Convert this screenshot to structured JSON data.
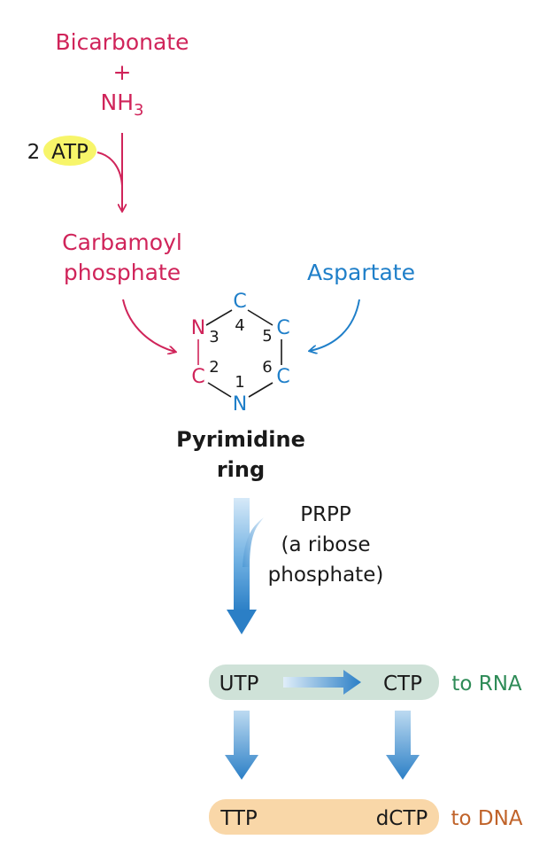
{
  "inputs": {
    "bicarbonate": "Bicarbonate",
    "plus": "+",
    "nh3_base": "NH",
    "nh3_sub": "3"
  },
  "energy": {
    "count": "2",
    "atp": "ATP"
  },
  "carbamoyl": {
    "line1": "Carbamoyl",
    "line2": "phosphate"
  },
  "aspartate": "Aspartate",
  "ring": {
    "atoms": {
      "n3": "N",
      "c4": "C",
      "c5": "C",
      "c6": "C",
      "n1": "N",
      "c2": "C"
    },
    "numbers": {
      "n1": "1",
      "n2": "2",
      "n3": "3",
      "n4": "4",
      "n5": "5",
      "n6": "6"
    },
    "label_line1": "Pyrimidine",
    "label_line2": "ring"
  },
  "prpp": {
    "line1": "PRPP",
    "line2": "(a ribose",
    "line3": "phosphate)"
  },
  "rna_row": {
    "utp": "UTP",
    "ctp": "CTP",
    "dest": "to RNA"
  },
  "dna_row": {
    "ttp": "TTP",
    "dctp": "dCTP",
    "dest": "to DNA"
  },
  "colors": {
    "pink": "#d0245a",
    "blue": "#1f7fc9",
    "green": "#2e8b57",
    "orange": "#c0632a",
    "atp_highlight": "#f7f56a",
    "rna_bar": "#cfe2d8",
    "dna_bar": "#f9d7a8"
  }
}
